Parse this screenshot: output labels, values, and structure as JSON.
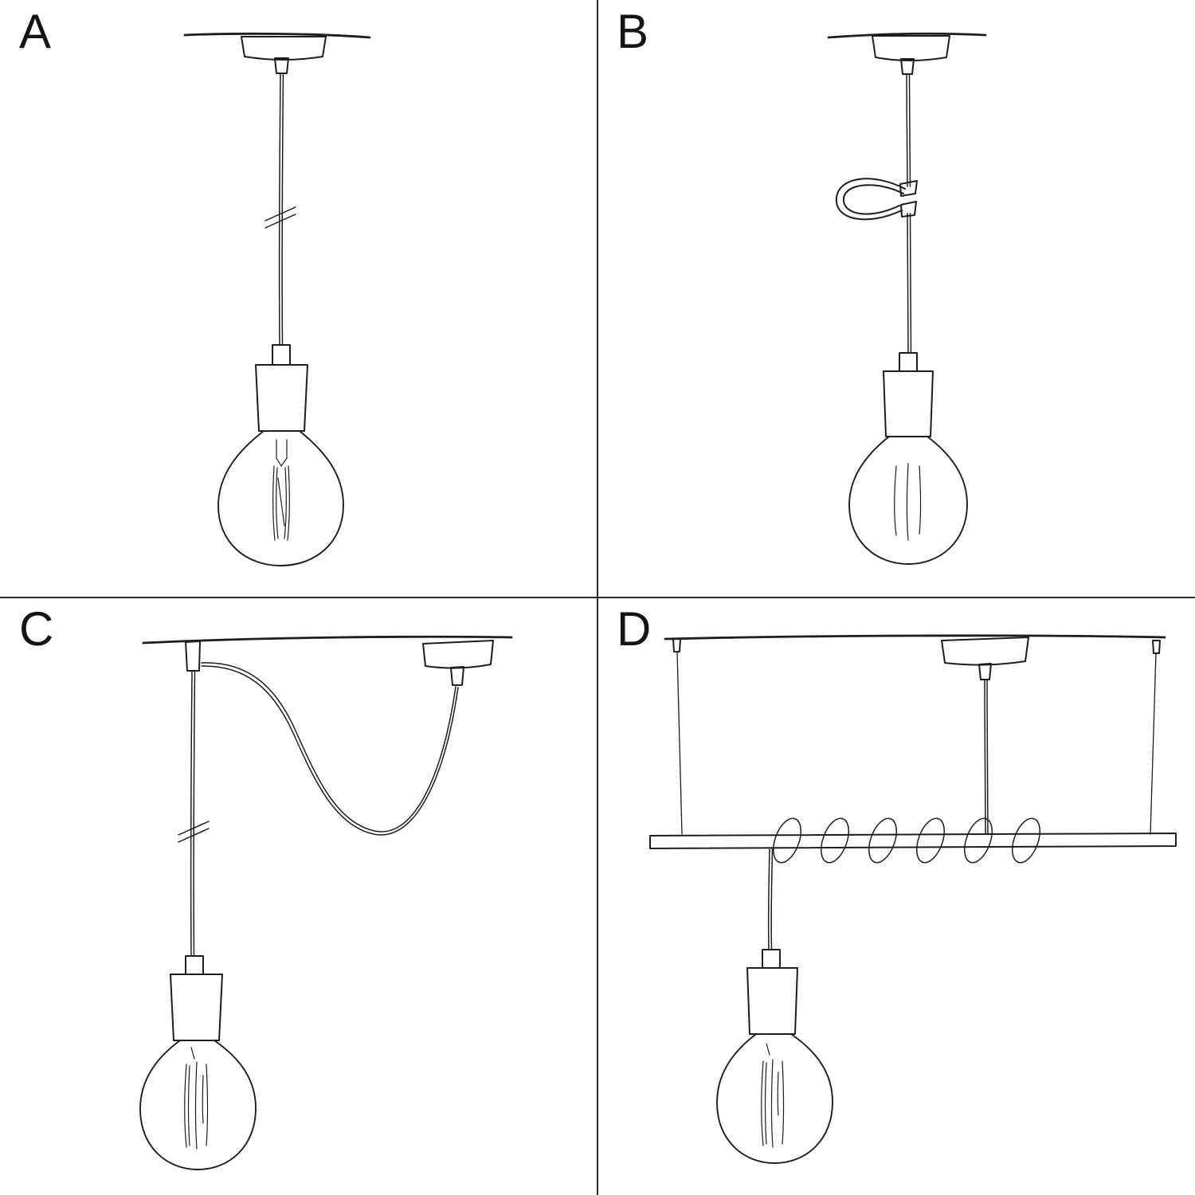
{
  "figure": {
    "type": "diagram",
    "description": "Four hand-drawn sketches of pendant lamp installation options",
    "colors": {
      "ink": "#1d1d1d",
      "background": "#ffffff",
      "divider": "#2b2b2b"
    },
    "panels": [
      {
        "label": "A",
        "name": "straight-ceiling-pendant"
      },
      {
        "label": "B",
        "name": "pendant-with-cable-tie-clip"
      },
      {
        "label": "C",
        "name": "decentralized-swag-pendant"
      },
      {
        "label": "D",
        "name": "pendant-wrapped-on-suspended-bar"
      }
    ]
  }
}
